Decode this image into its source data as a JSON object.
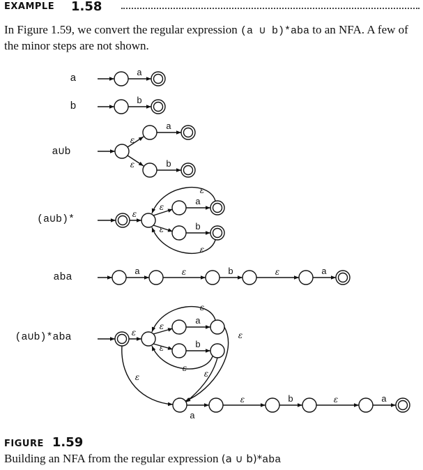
{
  "header": {
    "label": "EXAMPLE",
    "number": "1.58"
  },
  "intro": {
    "part1": "In Figure 1.59, we convert the regular expression ",
    "regex": "(a ∪ b)*aba",
    "part2": " to an NFA. A few of the minor steps are not shown."
  },
  "diagram": {
    "row_labels": [
      "a",
      "b",
      "a∪b",
      "(a∪b)*",
      "aba",
      "(a∪b)*aba"
    ],
    "symbol_a": "a",
    "symbol_b": "b",
    "symbol_epsilon": "ε"
  },
  "caption": {
    "label": "FIGURE",
    "number": "1.59",
    "text_prefix": "Building an NFA from the regular expression ",
    "regex_part1": "(a ∪ b)*",
    "regex_part2": "aba"
  }
}
